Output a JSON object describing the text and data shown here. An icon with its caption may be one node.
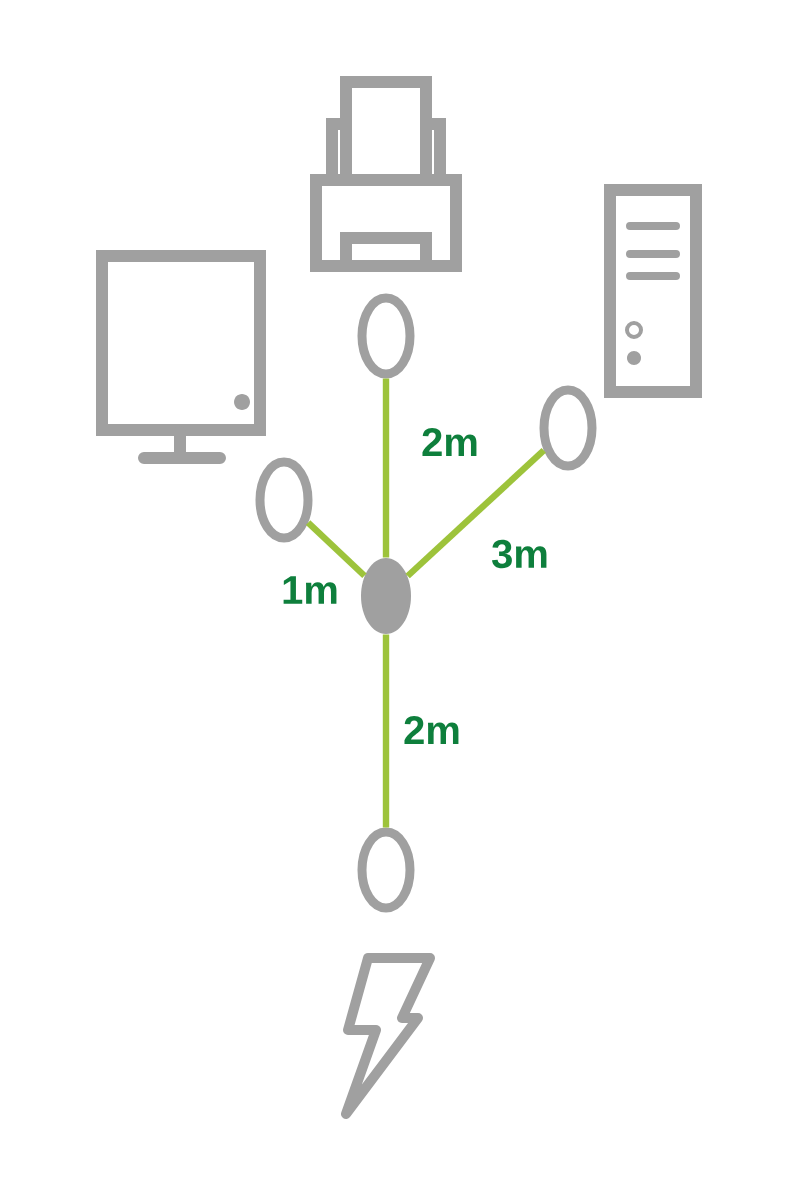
{
  "diagram": {
    "nodes": [
      {
        "text": [],
        "shape": "circle"
      },
      {
        "text": [],
        "shape": "circle"
      },
      {
        "text": [],
        "shape": "circle"
      },
      {
        "text": [],
        "shape": "circle"
      },
      {
        "text": [],
        "shape": "circle"
      }
    ],
    "edges": [
      {
        "from": 3,
        "to": 0,
        "arrow": "none",
        "label": "2m"
      },
      {
        "from": 3,
        "to": 1,
        "arrow": "none",
        "label": "3m"
      },
      {
        "from": 3,
        "to": 2,
        "arrow": "none",
        "label": "1m"
      },
      {
        "from": 3,
        "to": 4,
        "arrow": "none",
        "label": "2m"
      }
    ]
  }
}
